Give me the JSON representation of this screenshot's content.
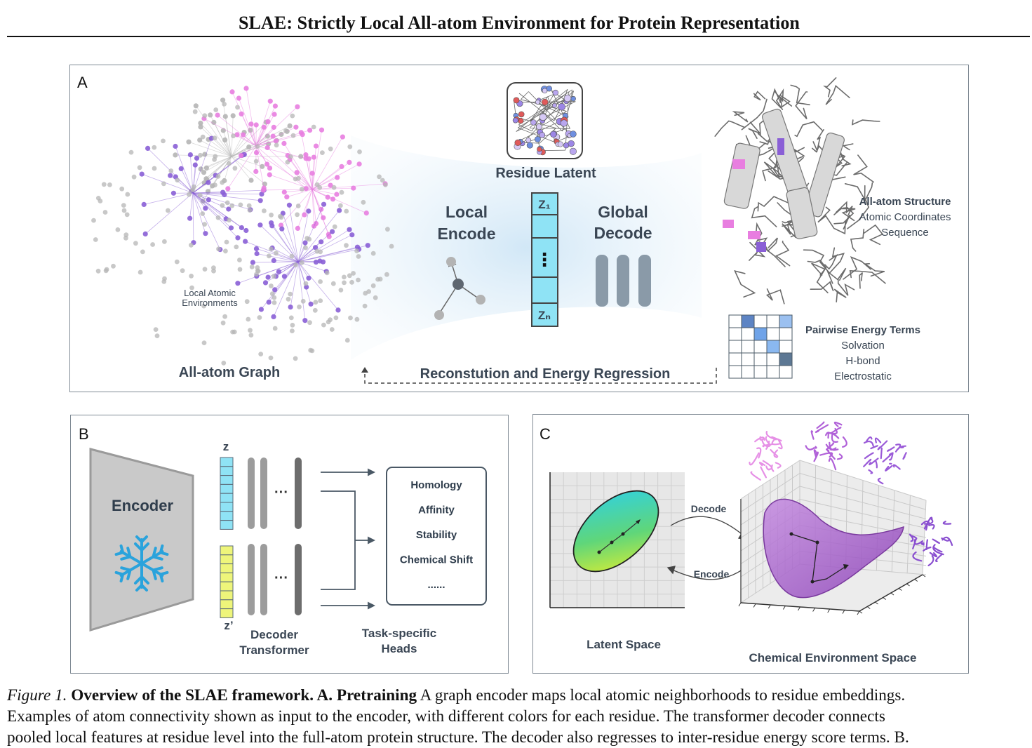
{
  "page": {
    "title": "SLAE: Strictly Local All-atom Environment for Protein Representation"
  },
  "panel_a": {
    "letter": "A",
    "residue_latent": "Residue Latent",
    "local_encode": [
      "Local",
      "Encode"
    ],
    "global_decode": [
      "Global",
      "Decode"
    ],
    "z1": "Z₁",
    "zn": "Zₙ",
    "dots": "⋮",
    "local_atomic_env": [
      "Local Atomic",
      "Environments"
    ],
    "all_atom_graph": "All-atom Graph",
    "all_atom_structure": "All-atom Structure",
    "atomic_coordinates": "Atomic Coordinates",
    "sequence": "Sequence",
    "pairwise_energy_terms": "Pairwise Energy Terms",
    "solvation": "Solvation",
    "hbond": "H-bond",
    "electrostatic": "Electrostatic",
    "regression": "Reconstution and Energy Regression"
  },
  "panel_b": {
    "letter": "B",
    "encoder": "Encoder",
    "z": "z",
    "z_prime": "z’",
    "decoder_transformer": [
      "Decoder",
      "Transformer"
    ],
    "task_heads": [
      "Task-specific",
      "Heads"
    ],
    "tasks": [
      "Homology",
      "Affinity",
      "Stability",
      "Chemical Shift",
      "......"
    ],
    "ellipsis": "···"
  },
  "panel_c": {
    "letter": "C",
    "decode": "Decode",
    "encode": "Encode",
    "latent_space": "Latent Space",
    "chemical_env_space": "Chemical Environment Space"
  },
  "caption": {
    "figure_label": "Figure 1.",
    "bold_title": "Overview of the SLAE framework. A. Pretraining",
    "line1_rest": " A graph encoder maps local atomic neighborhoods to residue embeddings.",
    "line2": "Examples of atom connectivity shown as input to the encoder, with different colors for each residue. The transformer decoder connects",
    "line3": "pooled local features at residue level into the full-atom protein structure. The decoder also regresses to inter-residue energy score terms. B."
  },
  "colors": {
    "pink": "#e87ee0",
    "violet": "#8a5fd6",
    "gray_node": "#b5b5b5",
    "latent_cell": "#8fe3f5",
    "z_prime_cell": "#eef57a",
    "text_dark": "#3a4654",
    "snowflake": "#2aa3dc"
  }
}
